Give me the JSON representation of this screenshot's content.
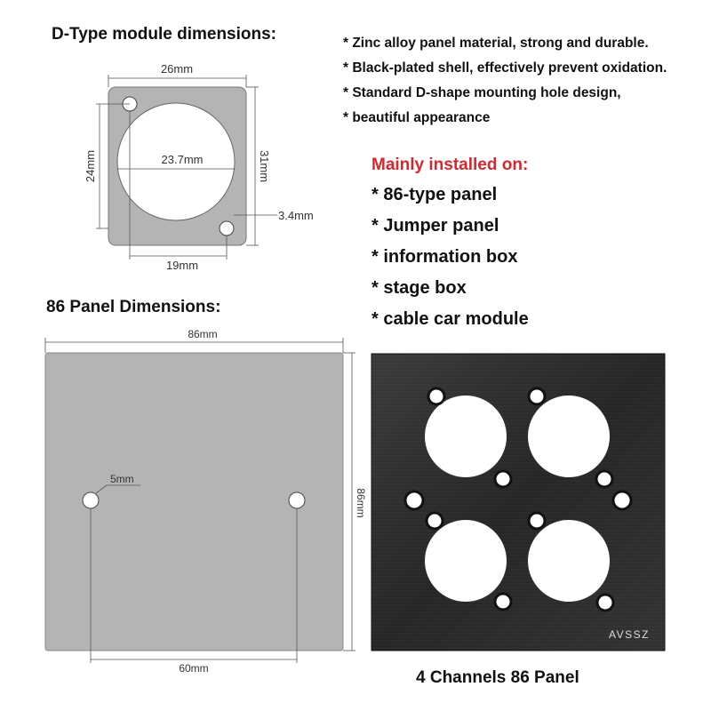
{
  "dtype": {
    "title": "D-Type module dimensions:",
    "dim_width": "26mm",
    "dim_height_left": "24mm",
    "dim_height_right": "31mm",
    "dim_hole_diameter": "23.7mm",
    "dim_screw": "3.4mm",
    "dim_screw_spacing": "19mm"
  },
  "features": [
    "* Zinc alloy panel material, strong and durable.",
    "* Black-plated shell, effectively prevent oxidation.",
    "* Standard D-shape mounting hole design,",
    "* beautiful appearance"
  ],
  "installed": {
    "heading": "Mainly installed on:",
    "items": [
      "* 86-type panel",
      "* Jumper panel",
      "* information box",
      "* stage box",
      "* cable car module"
    ]
  },
  "panel86": {
    "title": "86 Panel Dimensions:",
    "dim_width": "86mm",
    "dim_height": "86mm",
    "dim_hole": "5mm",
    "dim_spacing": "60mm"
  },
  "product": {
    "brand": "AVSSZ",
    "caption": "4 Channels 86 Panel"
  },
  "colors": {
    "plate_gray": "#b4b4b4",
    "panel_black": "#2b2b2b",
    "accent_red": "#d9262e"
  }
}
